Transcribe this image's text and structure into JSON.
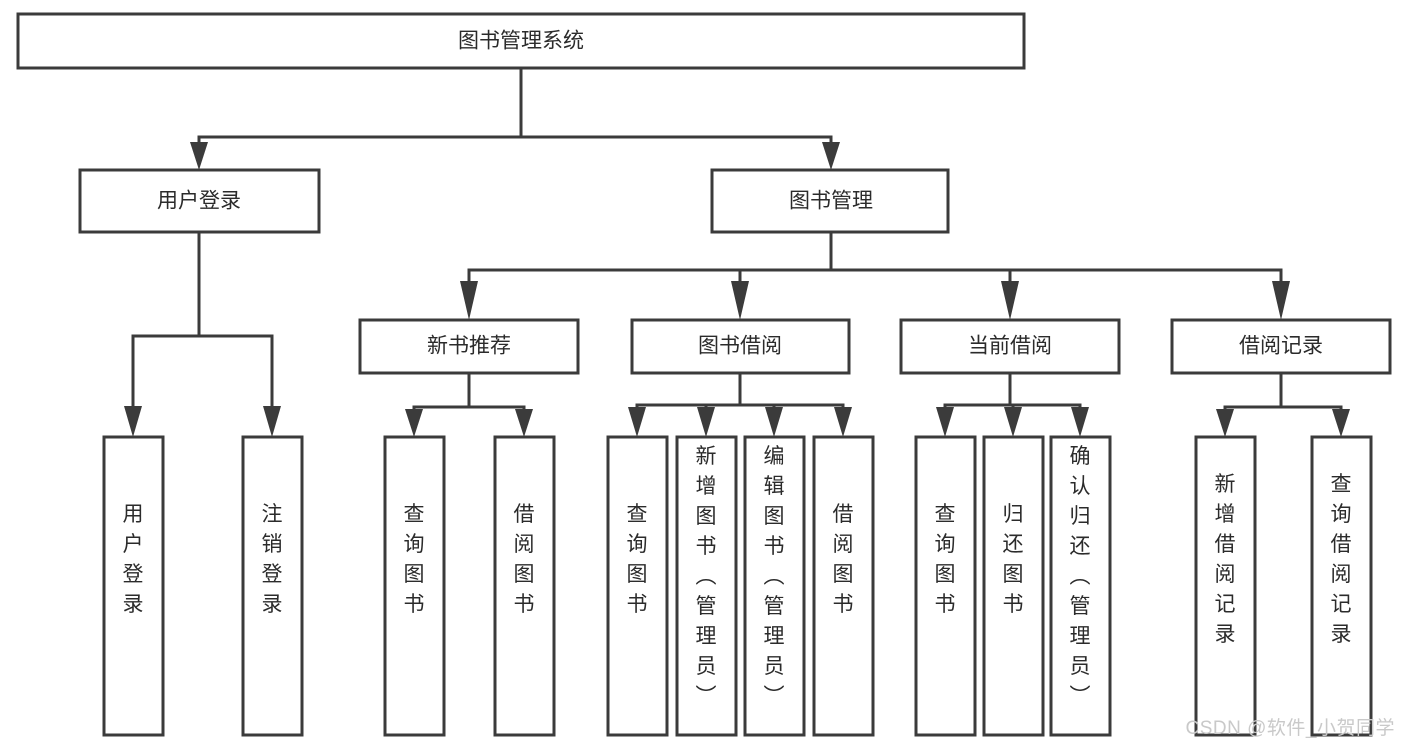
{
  "diagram": {
    "type": "tree-hierarchy",
    "title": "图书管理系统",
    "watermark": "CSDN @软件_小贺同学",
    "colors": {
      "stroke": "#3b3b3b",
      "fill": "#ffffff",
      "text": "#2b2b2b",
      "background": "#ffffff",
      "watermark": "#c9c9c9"
    },
    "levels": [
      {
        "level": 0,
        "nodes": [
          {
            "id": "root",
            "label": "图书管理系统",
            "orientation": "horizontal"
          }
        ]
      },
      {
        "level": 1,
        "nodes": [
          {
            "id": "user-login",
            "label": "用户登录",
            "orientation": "horizontal",
            "parent": "root"
          },
          {
            "id": "book-manage",
            "label": "图书管理",
            "orientation": "horizontal",
            "parent": "root"
          }
        ]
      },
      {
        "level": 2,
        "nodes": [
          {
            "id": "new-book-recommend",
            "label": "新书推荐",
            "orientation": "horizontal",
            "parent": "book-manage"
          },
          {
            "id": "book-borrow",
            "label": "图书借阅",
            "orientation": "horizontal",
            "parent": "book-manage"
          },
          {
            "id": "current-borrow",
            "label": "当前借阅",
            "orientation": "horizontal",
            "parent": "book-manage"
          },
          {
            "id": "borrow-record",
            "label": "借阅记录",
            "orientation": "horizontal",
            "parent": "book-manage"
          }
        ]
      },
      {
        "level": 3,
        "nodes": [
          {
            "id": "leaf-user-login",
            "label": "用户登录",
            "orientation": "vertical",
            "parent": "user-login"
          },
          {
            "id": "leaf-logout-login",
            "label": "注销登录",
            "orientation": "vertical",
            "parent": "user-login"
          },
          {
            "id": "leaf-query-book-1",
            "label": "查询图书",
            "orientation": "vertical",
            "parent": "new-book-recommend"
          },
          {
            "id": "leaf-borrow-book-1",
            "label": "借阅图书",
            "orientation": "vertical",
            "parent": "new-book-recommend"
          },
          {
            "id": "leaf-query-book-2",
            "label": "查询图书",
            "orientation": "vertical",
            "parent": "book-borrow"
          },
          {
            "id": "leaf-add-book",
            "label": "新增图书（管理员）",
            "orientation": "vertical",
            "parent": "book-borrow"
          },
          {
            "id": "leaf-edit-book",
            "label": "编辑图书（管理员）",
            "orientation": "vertical",
            "parent": "book-borrow"
          },
          {
            "id": "leaf-borrow-book-2",
            "label": "借阅图书",
            "orientation": "vertical",
            "parent": "book-borrow"
          },
          {
            "id": "leaf-query-book-3",
            "label": "查询图书",
            "orientation": "vertical",
            "parent": "current-borrow"
          },
          {
            "id": "leaf-return-book",
            "label": "归还图书",
            "orientation": "vertical",
            "parent": "current-borrow"
          },
          {
            "id": "leaf-confirm-return",
            "label": "确认归还（管理员）",
            "orientation": "vertical",
            "parent": "current-borrow"
          },
          {
            "id": "leaf-add-record",
            "label": "新增借阅记录",
            "orientation": "vertical",
            "parent": "borrow-record"
          },
          {
            "id": "leaf-query-record",
            "label": "查询借阅记录",
            "orientation": "vertical",
            "parent": "borrow-record"
          }
        ]
      }
    ]
  }
}
